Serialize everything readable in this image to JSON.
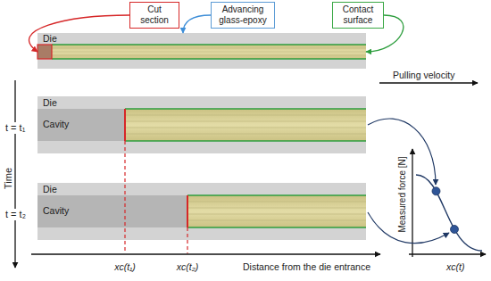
{
  "diagram": {
    "nodes": [
      {
        "text": [
          "Cut section"
        ]
      },
      {
        "text": [
          "Advancing glass-epoxy"
        ]
      },
      {
        "text": [
          "Contact surface"
        ]
      },
      {
        "text": [
          "Die"
        ]
      },
      {
        "text": [
          "Die",
          "Cavity"
        ]
      },
      {
        "text": [
          "Die",
          "Cavity"
        ]
      }
    ],
    "edges": [
      {
        "from": 0,
        "to": 3,
        "arrow": "to"
      },
      {
        "from": 1,
        "to": 3,
        "arrow": "to"
      },
      {
        "from": 2,
        "to": 3,
        "arrow": "to"
      }
    ],
    "labels": [
      "Pulling velocity",
      "Time",
      "t = t₁",
      "t = t₂",
      "xc(t₁)",
      "xc(t₂)",
      "Distance from the die entrance",
      "Measured force [N]",
      "xc(t)"
    ]
  }
}
